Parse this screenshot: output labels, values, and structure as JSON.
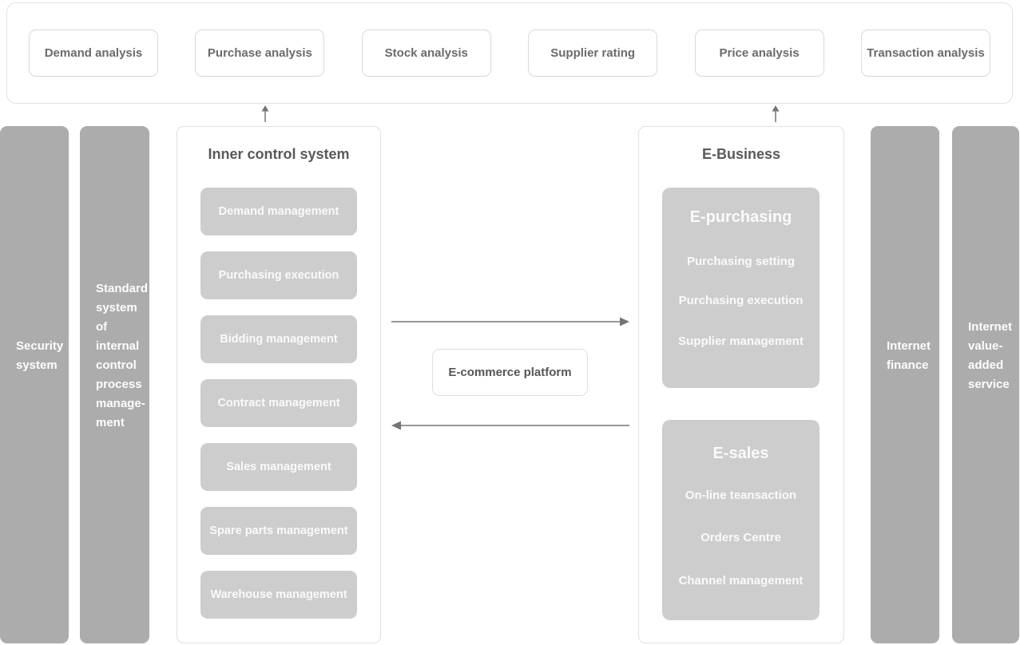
{
  "analysis_panel": {
    "boxes": [
      "Demand analysis",
      "Purchase analysis",
      "Stock analysis",
      "Supplier rating",
      "Price analysis",
      "Transaction analysis"
    ]
  },
  "side_bars": {
    "security": "Security\nsystem",
    "standard": "Standard\nsystem of\ninternal\ncontrol\nprocess\nmanage-\nment",
    "internet_finance": "Internet\nfinance",
    "value_added": "Internet\nvalue-\nadded\nservice"
  },
  "inner_control": {
    "title": "Inner control system",
    "items": [
      "Demand management",
      "Purchasing execution",
      "Bidding management",
      "Contract management",
      "Sales management",
      "Spare parts management",
      "Warehouse management"
    ]
  },
  "platform": {
    "label": "E-commerce platform"
  },
  "ebusiness": {
    "title": "E-Business",
    "purchasing": {
      "title": "E-purchasing",
      "items": [
        "Purchasing setting",
        "Purchasing execution",
        "Supplier management"
      ]
    },
    "sales": {
      "title": "E-sales",
      "items": [
        "On-line teansaction",
        "Orders Centre",
        "Channel management"
      ]
    }
  },
  "icons": {
    "up_arrow_left": "up-arrow",
    "up_arrow_right": "up-arrow",
    "flow_right": "right-arrow",
    "flow_left": "left-arrow"
  },
  "colors": {
    "bar_gray": "#acacac",
    "tile_gray": "#cdcdcd",
    "panel_border": "#e0e0e0",
    "box_border": "#d9d9d9",
    "title_text": "#595959",
    "label_text": "#6b6b6b",
    "tile_text": "#fafafa",
    "arrow": "#757575"
  }
}
